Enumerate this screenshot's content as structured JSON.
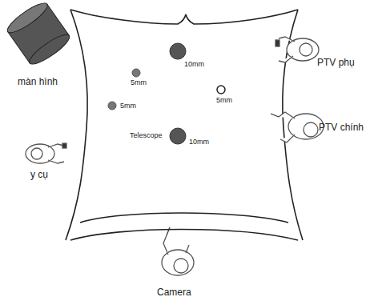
{
  "diagram": {
    "labels": [
      "10mm",
      "5mm",
      "5mm",
      "5mm",
      "Telescope",
      "10mm",
      "màn hình",
      "PTV phụ",
      "PTV chính",
      "y cụ",
      "Camera"
    ]
  }
}
